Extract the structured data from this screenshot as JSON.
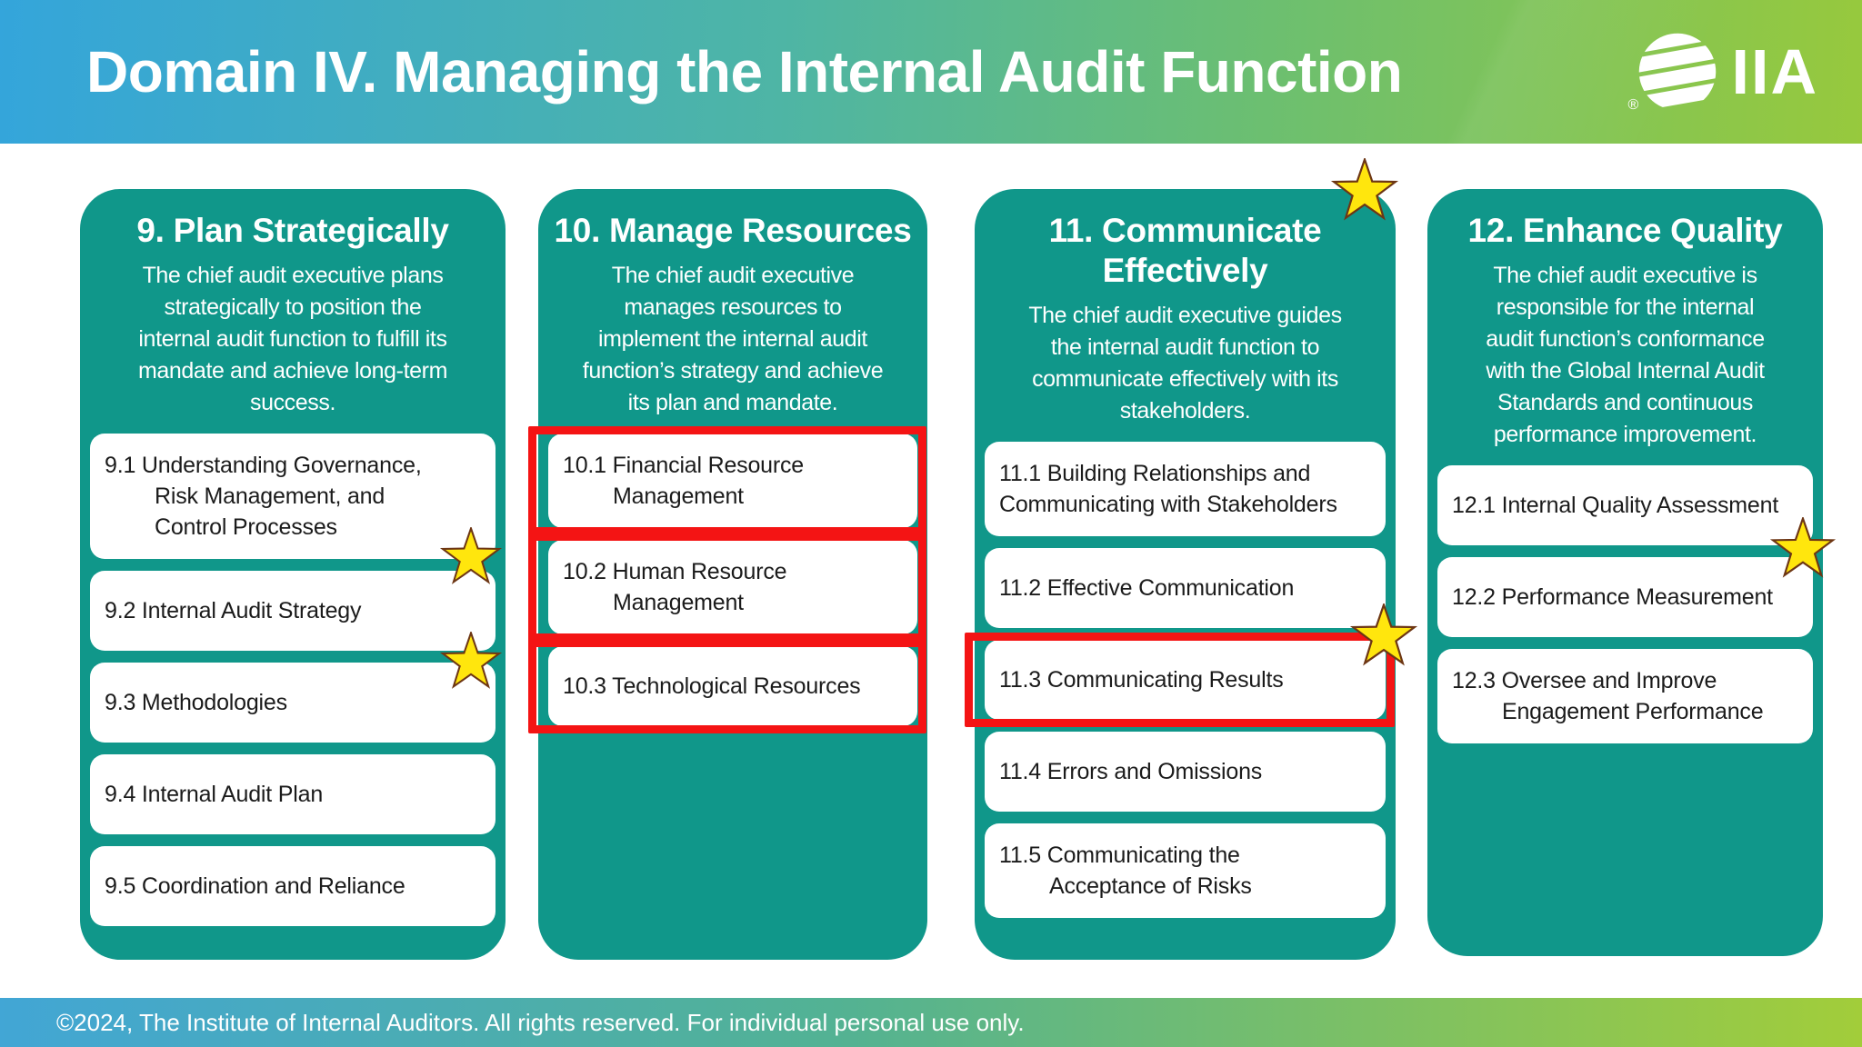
{
  "header": {
    "title": "Domain IV. Managing the Internal Audit Function",
    "logo": {
      "text": "IIA",
      "registered": "®"
    }
  },
  "columns": [
    {
      "title": "9. Plan Strategically",
      "description": "The chief audit executive plans\nstrategically to position the\ninternal audit function to fulfill its\nmandate and achieve long-term\nsuccess.",
      "items": [
        {
          "label": "9.1 Understanding Governance,\nRisk Management, and\nControl Processes",
          "highlighted": false,
          "star": null
        },
        {
          "label": "9.2 Internal Audit Strategy",
          "highlighted": false,
          "star": "top-right"
        },
        {
          "label": "9.3 Methodologies",
          "highlighted": false,
          "star": "top-right"
        },
        {
          "label": "9.4 Internal Audit Plan",
          "highlighted": false,
          "star": null
        },
        {
          "label": "9.5 Coordination and Reliance",
          "highlighted": false,
          "star": null
        }
      ]
    },
    {
      "title": "10. Manage Resources",
      "description": "The chief audit executive\nmanages resources to\nimplement the internal audit\nfunction’s strategy and achieve\nits plan and mandate.",
      "items": [
        {
          "label": "10.1 Financial Resource\nManagement",
          "highlighted": true,
          "star": null
        },
        {
          "label": "10.2 Human Resource\nManagement",
          "highlighted": true,
          "star": null
        },
        {
          "label": "10.3 Technological Resources",
          "highlighted": true,
          "star": null
        }
      ]
    },
    {
      "title": "11. Communicate Effectively",
      "header_star": "top-right",
      "description": "The chief audit executive guides\nthe internal audit function to\ncommunicate effectively with its\nstakeholders.",
      "items": [
        {
          "label": "11.1 Building Relationships and\nCommunicating with Stakeholders",
          "highlighted": false,
          "star": null
        },
        {
          "label": "11.2 Effective Communication",
          "highlighted": false,
          "star": null
        },
        {
          "label": "11.3 Communicating Results",
          "highlighted": true,
          "star": "top-right"
        },
        {
          "label": "11.4 Errors and Omissions",
          "highlighted": false,
          "star": null
        },
        {
          "label": "11.5 Communicating the\nAcceptance of Risks",
          "highlighted": false,
          "star": null
        }
      ]
    },
    {
      "title": "12. Enhance Quality",
      "description": "The chief audit executive is\nresponsible for the internal\naudit function’s conformance\nwith the Global Internal Audit\nStandards and continuous\nperformance improvement.",
      "items": [
        {
          "label": "12.1 Internal Quality Assessment",
          "highlighted": false,
          "star": null
        },
        {
          "label": "12.2 Performance Measurement",
          "highlighted": false,
          "star": "top-right"
        },
        {
          "label": "12.3 Oversee and Improve\nEngagement Performance",
          "highlighted": false,
          "star": null
        }
      ]
    }
  ],
  "footer": {
    "copyright": "©2024, The Institute of Internal Auditors. All rights reserved. For individual personal use only."
  },
  "colors": {
    "panel_teal": "#10978a",
    "highlight_red": "#f41414",
    "star_yellow": "#ffe60d",
    "star_outline": "#6d3614",
    "item_bg": "#ffffff",
    "item_text": "#1b1b1b",
    "text_on_teal": "#ffffff",
    "header_gradient": [
      "#34a5db",
      "#4eb5a5",
      "#97c93d"
    ],
    "footer_gradient": [
      "#42a6d5",
      "#53b293",
      "#a2cd3a"
    ]
  }
}
